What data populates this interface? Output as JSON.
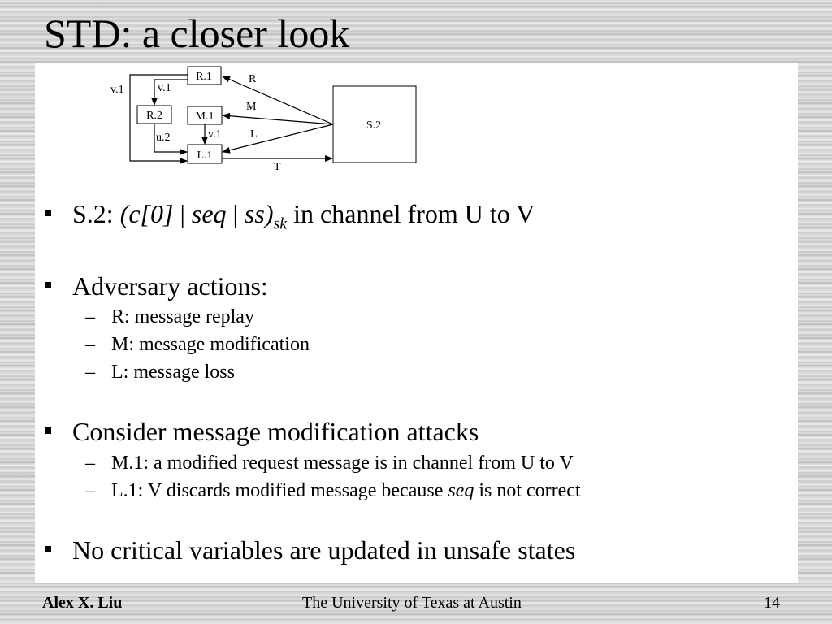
{
  "slide": {
    "title": "STD: a closer look",
    "page_number": "14"
  },
  "diagram": {
    "states": {
      "r1": "R.1",
      "r2": "R.2",
      "m1": "M.1",
      "l1": "L.1",
      "s2": "S.2"
    },
    "edge_labels": {
      "outer_v1": "v.1",
      "inner_v1": "v.1",
      "u2": "u.2",
      "m1_v1": "v.1",
      "R": "R",
      "M": "M",
      "L": "L",
      "T": "T"
    }
  },
  "content": {
    "b1": {
      "prefix": "S.2: ",
      "c0": "(c[0]",
      "sep1": " | ",
      "seq": "seq",
      "sep2": " | ",
      "ss": "ss)",
      "sub": "sk",
      "suffix": " in channel from U to V"
    },
    "b2": {
      "text": "Adversary actions:",
      "items": [
        "R: message replay",
        "M: message modification",
        "L: message loss"
      ]
    },
    "b3": {
      "text": "Consider message modification attacks",
      "item1": "M.1: a modified request message is in channel from U to V",
      "item2_pre": "L.1: V discards modified message because ",
      "item2_it": "seq",
      "item2_post": " is not correct"
    },
    "b4": {
      "text": "No critical variables are updated in unsafe states"
    }
  },
  "footer": {
    "author": "Alex X. Liu",
    "institution": "The University of Texas at Austin"
  },
  "bullets": {
    "level1": "square",
    "level2": "–"
  }
}
